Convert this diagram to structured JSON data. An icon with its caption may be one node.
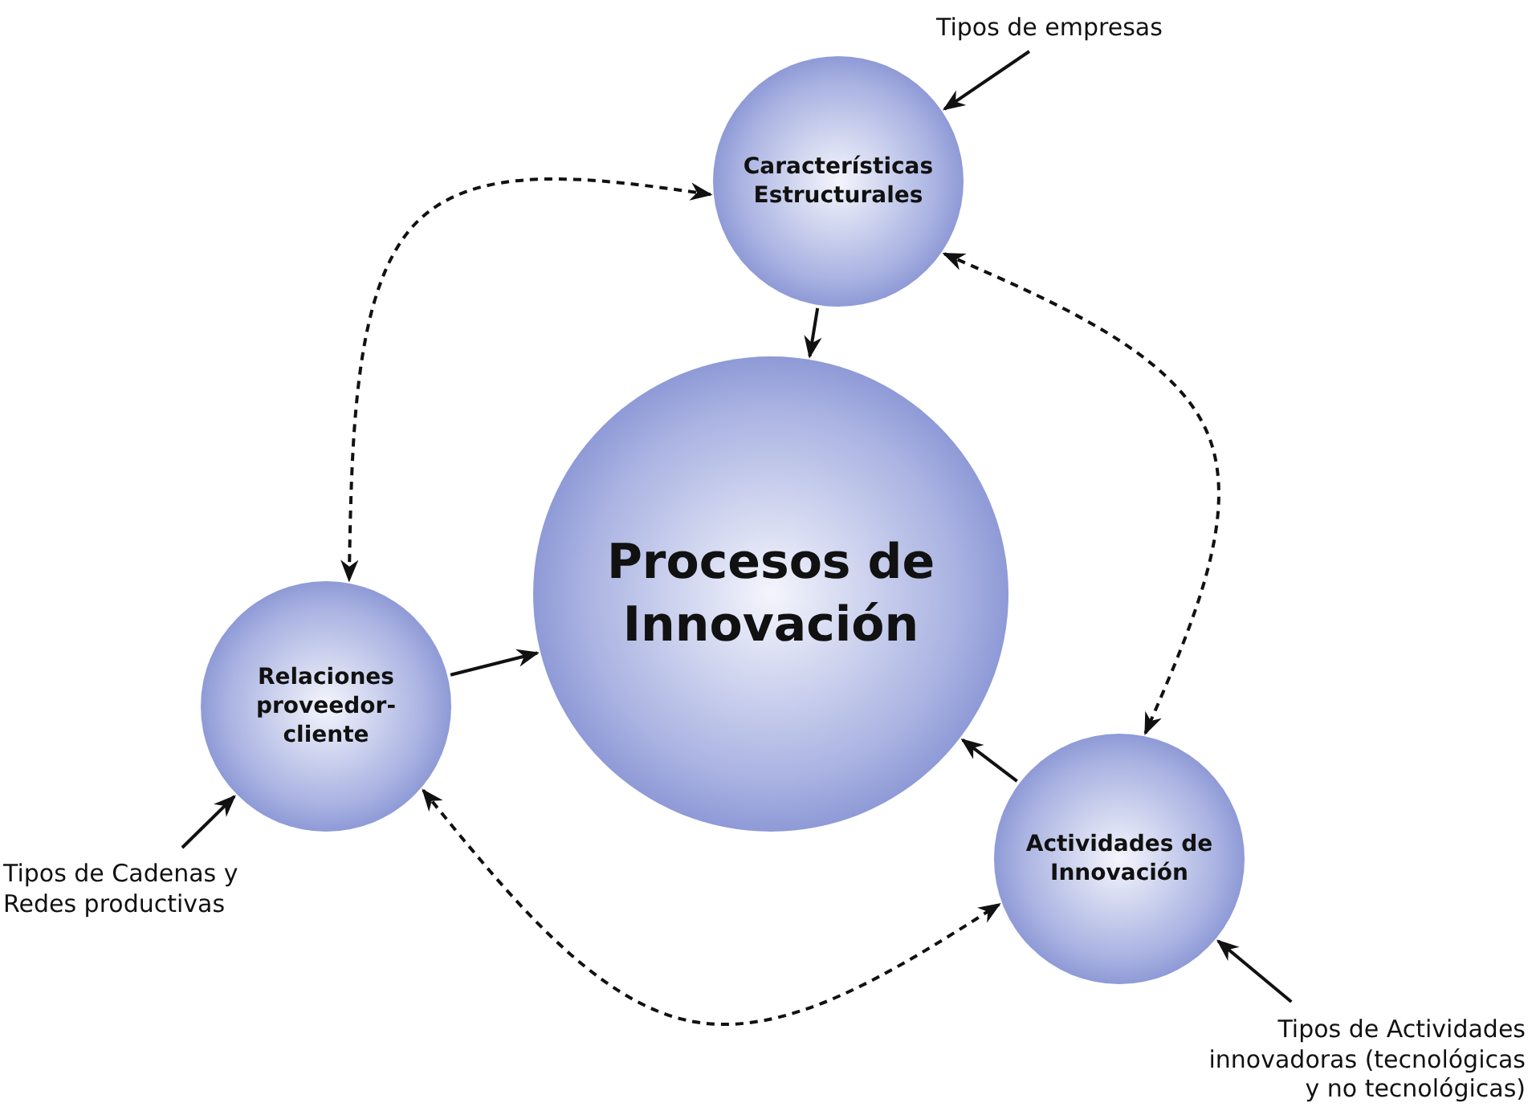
{
  "diagram": {
    "nodes": [
      {
        "text": [
          "Características Estructurales"
        ]
      },
      {
        "text": [
          "Procesos de Innovación"
        ]
      },
      {
        "text": [
          "Relaciones proveedor-cliente"
        ]
      },
      {
        "text": [
          "Actividades de Innovación"
        ]
      },
      {
        "text": [
          "Tipos de empresas"
        ]
      },
      {
        "text": [
          "Tipos de Cadenas y Redes productivas"
        ]
      },
      {
        "text": [
          "Tipos de Actividades innovadoras (tecnológicas y no tecnológicas)"
        ]
      }
    ],
    "edges": [
      {
        "from": 4,
        "to": 0,
        "arrow": "to"
      },
      {
        "from": 0,
        "to": 1,
        "arrow": "to"
      },
      {
        "from": 2,
        "to": 1,
        "arrow": "to"
      },
      {
        "from": 3,
        "to": 1,
        "arrow": "to"
      },
      {
        "from": 5,
        "to": 2,
        "arrow": "to"
      },
      {
        "from": 6,
        "to": 3,
        "arrow": "to"
      },
      {
        "from": 0,
        "to": 2,
        "arrow": "both",
        "style": "dashed"
      },
      {
        "from": 0,
        "to": 3,
        "arrow": "both",
        "style": "dashed"
      },
      {
        "from": 2,
        "to": 3,
        "arrow": "both",
        "style": "dashed"
      }
    ]
  }
}
